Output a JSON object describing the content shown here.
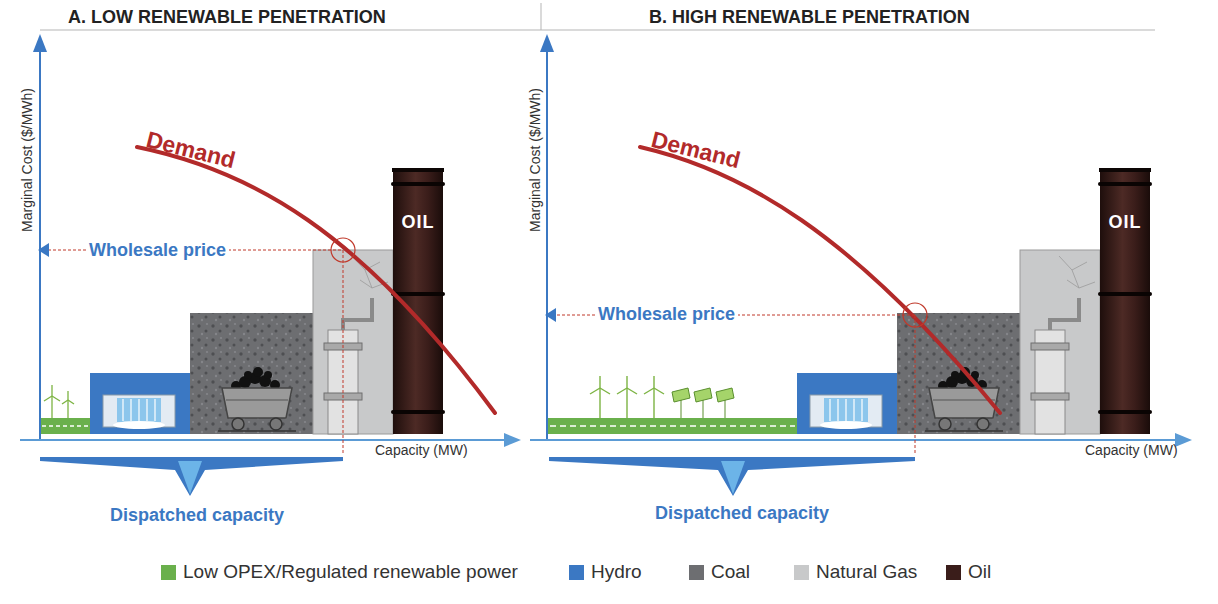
{
  "diagram": {
    "nodes": [
      {
        "text": [
          "OIL"
        ]
      },
      {
        "text": [
          "OIL"
        ]
      }
    ],
    "labels": [
      "A. LOW RENEWABLE PENETRATION",
      "Marginal Cost ($/MWh)",
      "Demand",
      "Wholesale price",
      "Capacity (MW)",
      "Dispatched capacity",
      "B. HIGH RENEWABLE PENETRATION",
      "Marginal Cost ($/MWh)",
      "Demand",
      "Wholesale price",
      "Capacity (MW)",
      "Dispatched capacity"
    ],
    "legend": [
      {
        "text": "Low OPEX/Regulated renewable power",
        "color": "#6ab04c"
      },
      {
        "text": "Hydro",
        "color": "#3b78c3"
      },
      {
        "text": "Coal",
        "color": "#6d6e71"
      },
      {
        "text": "Natural Gas",
        "color": "#c8c9ca"
      },
      {
        "text": "Oil",
        "color": "#3a1d1a"
      }
    ]
  }
}
